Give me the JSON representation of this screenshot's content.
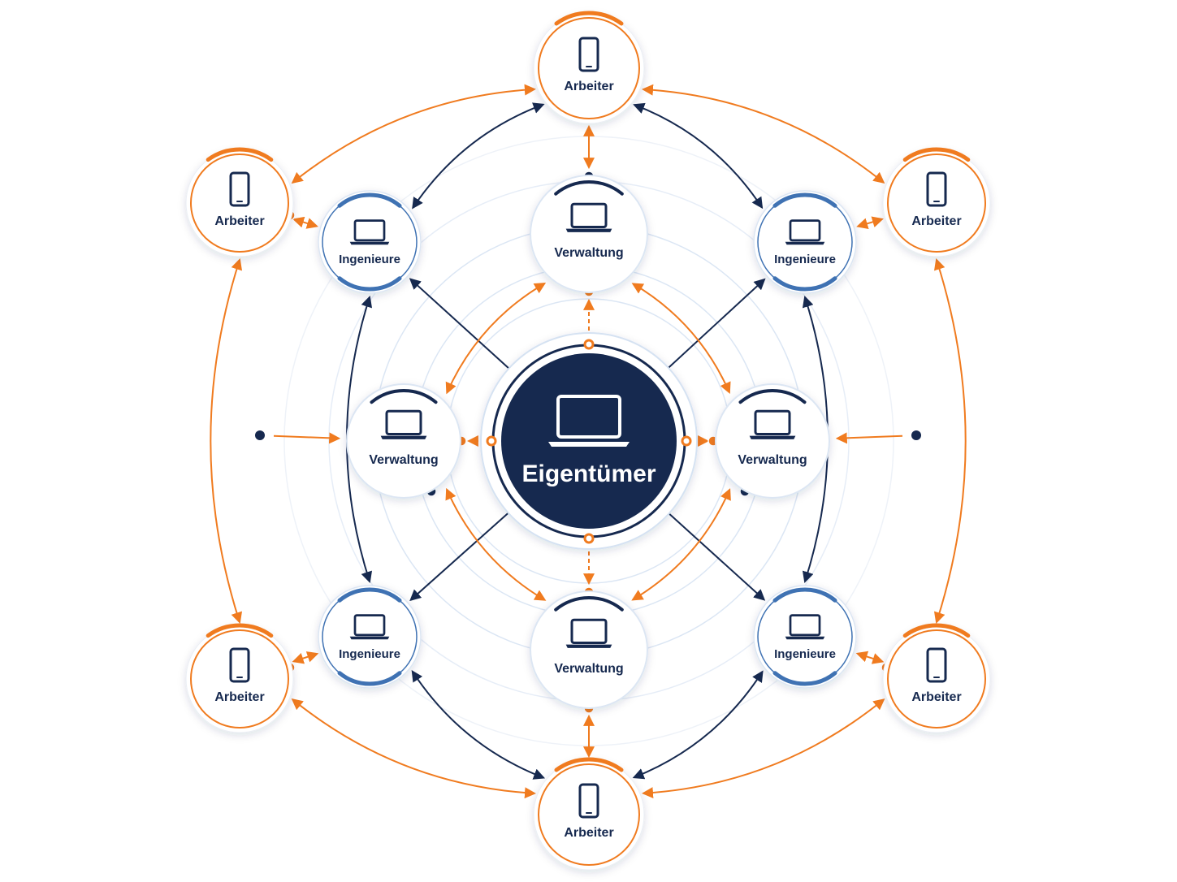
{
  "center": {
    "label": "Eigentümer",
    "icon": "laptop-icon"
  },
  "colors": {
    "navy": "#16294f",
    "orange": "#f07b1f",
    "blue": "#3f72b3",
    "ring": "#c9daf0",
    "node_border": "#dce6f3"
  },
  "nodes": [
    {
      "id": "verwaltung-top",
      "label": "Verwaltung",
      "role": "verwaltung",
      "icon": "laptop-icon"
    },
    {
      "id": "verwaltung-left",
      "label": "Verwaltung",
      "role": "verwaltung",
      "icon": "laptop-icon"
    },
    {
      "id": "verwaltung-right",
      "label": "Verwaltung",
      "role": "verwaltung",
      "icon": "laptop-icon"
    },
    {
      "id": "verwaltung-bottom",
      "label": "Verwaltung",
      "role": "verwaltung",
      "icon": "laptop-icon"
    },
    {
      "id": "ingenieure-top-left",
      "label": "Ingenieure",
      "role": "ingenieure",
      "icon": "laptop-icon"
    },
    {
      "id": "ingenieure-top-right",
      "label": "Ingenieure",
      "role": "ingenieure",
      "icon": "laptop-icon"
    },
    {
      "id": "ingenieure-bottom-left",
      "label": "Ingenieure",
      "role": "ingenieure",
      "icon": "laptop-icon"
    },
    {
      "id": "ingenieure-bottom-right",
      "label": "Ingenieure",
      "role": "ingenieure",
      "icon": "laptop-icon"
    },
    {
      "id": "arbeiter-top",
      "label": "Arbeiter",
      "role": "arbeiter",
      "icon": "smartphone-icon"
    },
    {
      "id": "arbeiter-top-left",
      "label": "Arbeiter",
      "role": "arbeiter",
      "icon": "smartphone-icon"
    },
    {
      "id": "arbeiter-top-right",
      "label": "Arbeiter",
      "role": "arbeiter",
      "icon": "smartphone-icon"
    },
    {
      "id": "arbeiter-bottom-left",
      "label": "Arbeiter",
      "role": "arbeiter",
      "icon": "smartphone-icon"
    },
    {
      "id": "arbeiter-bottom-right",
      "label": "Arbeiter",
      "role": "arbeiter",
      "icon": "smartphone-icon"
    },
    {
      "id": "arbeiter-bottom",
      "label": "Arbeiter",
      "role": "arbeiter",
      "icon": "smartphone-icon"
    }
  ],
  "edges": [
    {
      "from": "center",
      "to": "verwaltung-top",
      "color": "orange"
    },
    {
      "from": "center",
      "to": "verwaltung-left",
      "color": "orange"
    },
    {
      "from": "center",
      "to": "verwaltung-right",
      "color": "orange"
    },
    {
      "from": "center",
      "to": "verwaltung-bottom",
      "color": "orange"
    },
    {
      "from": "center",
      "to": "ingenieure-top-left",
      "color": "navy"
    },
    {
      "from": "center",
      "to": "ingenieure-top-right",
      "color": "navy"
    },
    {
      "from": "center",
      "to": "ingenieure-bottom-left",
      "color": "navy"
    },
    {
      "from": "center",
      "to": "ingenieure-bottom-right",
      "color": "navy"
    },
    {
      "from": "verwaltung-top",
      "to": "verwaltung-left",
      "color": "orange"
    },
    {
      "from": "verwaltung-top",
      "to": "verwaltung-right",
      "color": "orange"
    },
    {
      "from": "verwaltung-bottom",
      "to": "verwaltung-left",
      "color": "orange"
    },
    {
      "from": "verwaltung-bottom",
      "to": "verwaltung-right",
      "color": "orange"
    },
    {
      "from": "arbeiter-top",
      "to": "verwaltung-top",
      "color": "orange"
    },
    {
      "from": "arbeiter-bottom",
      "to": "verwaltung-bottom",
      "color": "orange"
    },
    {
      "from": "arbeiter-top",
      "to": "ingenieure-top-left",
      "color": "navy"
    },
    {
      "from": "arbeiter-top",
      "to": "ingenieure-top-right",
      "color": "navy"
    },
    {
      "from": "arbeiter-bottom",
      "to": "ingenieure-bottom-left",
      "color": "navy"
    },
    {
      "from": "arbeiter-bottom",
      "to": "ingenieure-bottom-right",
      "color": "navy"
    },
    {
      "from": "ingenieure-top-left",
      "to": "ingenieure-bottom-left",
      "color": "navy"
    },
    {
      "from": "ingenieure-top-right",
      "to": "ingenieure-bottom-right",
      "color": "navy"
    },
    {
      "from": "arbeiter-top",
      "to": "arbeiter-top-left",
      "color": "orange"
    },
    {
      "from": "arbeiter-top",
      "to": "arbeiter-top-right",
      "color": "orange"
    },
    {
      "from": "arbeiter-bottom",
      "to": "arbeiter-bottom-left",
      "color": "orange"
    },
    {
      "from": "arbeiter-bottom",
      "to": "arbeiter-bottom-right",
      "color": "orange"
    },
    {
      "from": "arbeiter-top-left",
      "to": "arbeiter-bottom-left",
      "color": "orange"
    },
    {
      "from": "arbeiter-top-right",
      "to": "arbeiter-bottom-right",
      "color": "orange"
    },
    {
      "from": "arbeiter-top-left",
      "to": "ingenieure-top-left",
      "color": "orange"
    },
    {
      "from": "arbeiter-top-right",
      "to": "ingenieure-top-right",
      "color": "orange"
    },
    {
      "from": "arbeiter-bottom-left",
      "to": "ingenieure-bottom-left",
      "color": "orange"
    },
    {
      "from": "arbeiter-bottom-right",
      "to": "ingenieure-bottom-right",
      "color": "orange"
    },
    {
      "from": "junction-left",
      "to": "verwaltung-left",
      "color": "orange"
    },
    {
      "from": "junction-right",
      "to": "verwaltung-right",
      "color": "orange"
    }
  ]
}
